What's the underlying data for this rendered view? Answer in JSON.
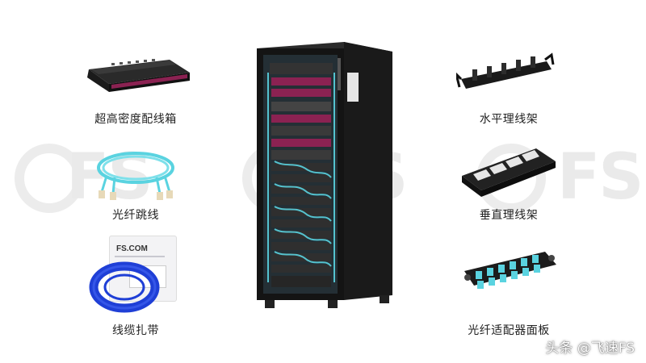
{
  "products": {
    "left": [
      {
        "label": "超高密度配线箱"
      },
      {
        "label": "光纤跳线"
      },
      {
        "label": "线缆扎带"
      }
    ],
    "right": [
      {
        "label": "水平理线架"
      },
      {
        "label": "垂直理线架"
      },
      {
        "label": "光纤适配器面板"
      }
    ]
  },
  "watermark": {
    "text": "FS"
  },
  "package_label": {
    "brand": "FS.COM"
  },
  "footer": {
    "text": "头条 @飞速FS"
  },
  "colors": {
    "cabinet": "#141414",
    "fiber_aqua": "#5ad3e0",
    "zip_tie_blue": "#1f3fd6",
    "panel_magenta": "#8b2252"
  }
}
